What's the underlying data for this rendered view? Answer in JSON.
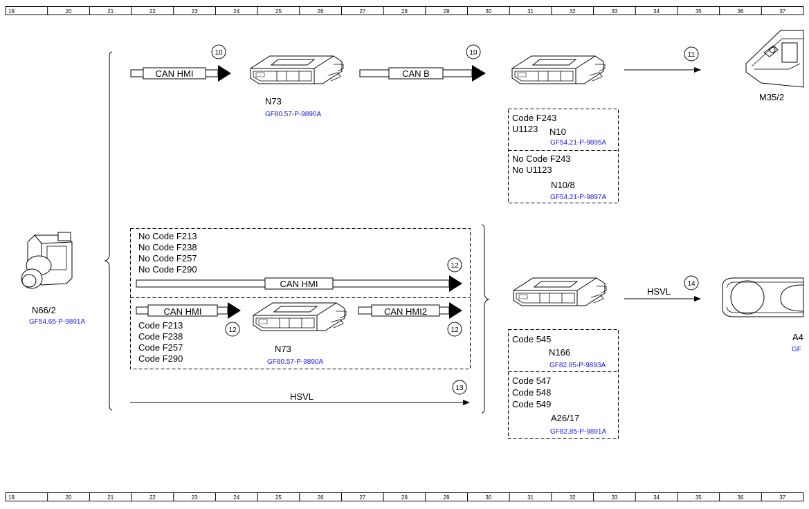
{
  "ruler": {
    "columns": [
      "19",
      "20",
      "21",
      "22",
      "23",
      "24",
      "25",
      "26",
      "27",
      "28",
      "29",
      "30",
      "31",
      "32",
      "33",
      "34",
      "35",
      "36",
      "37"
    ]
  },
  "components": {
    "n66_2": {
      "name": "N66/2",
      "ref": "GF54.65-P-9891A"
    },
    "n73_top": {
      "name": "N73",
      "ref": "GF80.57-P-9890A"
    },
    "n73_lower": {
      "name": "N73",
      "ref": "GF80.57-P-9890A"
    },
    "m35_2": {
      "name": "M35/2"
    },
    "a4": {
      "name": "A4",
      "ref": "GF"
    }
  },
  "signals": {
    "can_hmi_top": "CAN HMI",
    "can_b": "CAN B",
    "can_hmi_mid": "CAN HMI",
    "can_hmi_low": "CAN HMI",
    "can_hmi2": "CAN HMI2",
    "hsvl_bottom": "HSVL",
    "hsvl_right": "HSVL"
  },
  "callouts": {
    "c10a": "10",
    "c10b": "10",
    "c11": "11",
    "c12a": "12",
    "c12b": "12",
    "c12c": "12",
    "c13": "13",
    "c14": "14"
  },
  "boxes": {
    "n10_box": {
      "line1": "Code F243",
      "line2": "U1123",
      "name": "N10",
      "ref": "GF54.21-P-9895A"
    },
    "n10_8_box": {
      "line1": "No  Code F243",
      "line2": "No  U1123",
      "name": "N10/8",
      "ref": "GF54.21-P-9897A"
    },
    "no_code_box": {
      "lines": [
        "No Code F213",
        "No Code F238",
        "No Code F257",
        "No Code F290"
      ]
    },
    "code_box": {
      "lines": [
        "Code F213",
        "Code F238",
        "Code F257",
        "Code F290"
      ]
    },
    "n166_box": {
      "line1": "Code 545",
      "name": "N166",
      "ref": "GF82.85-P-9893A"
    },
    "a26_box": {
      "lines": [
        "Code 547",
        "Code 548",
        "Code 549"
      ],
      "name": "A26/17",
      "ref": "GF82.85-P-9891A"
    }
  }
}
